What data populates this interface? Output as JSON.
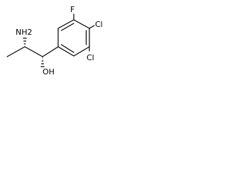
{
  "molecule": {
    "atoms": {
      "nh2": "NH2",
      "oh": "OH",
      "f": "F",
      "cl_top": "Cl",
      "cl_bottom": "Cl"
    }
  }
}
